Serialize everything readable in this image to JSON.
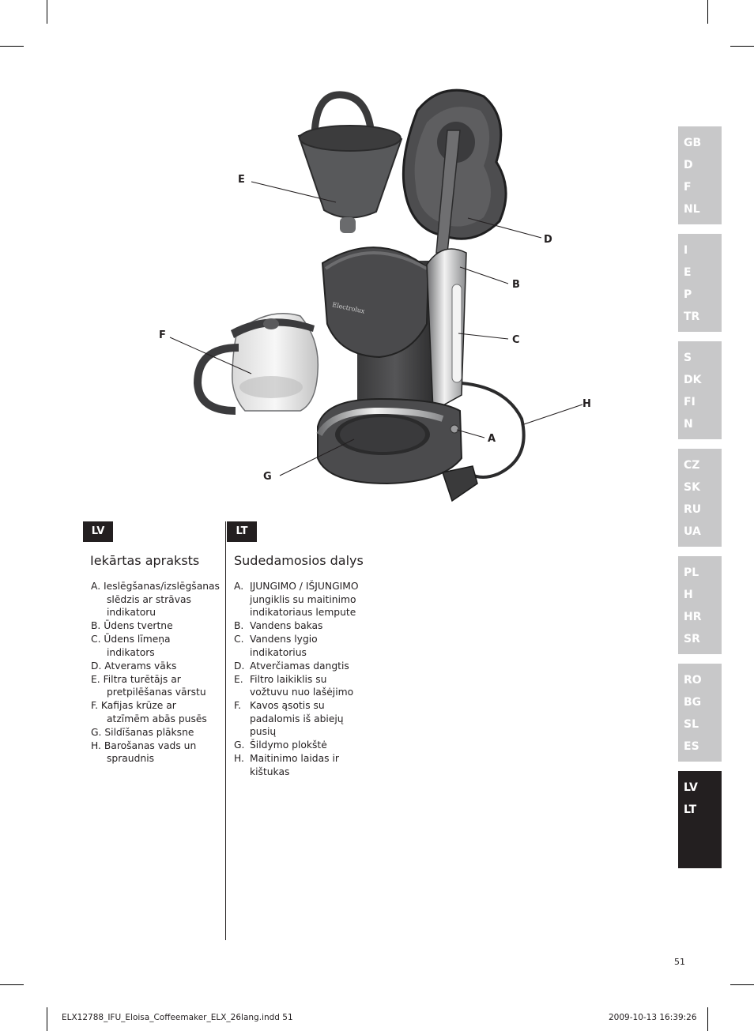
{
  "side_tabs": [
    {
      "codes": [
        "GB",
        "D",
        "F",
        "NL"
      ],
      "active": false
    },
    {
      "codes": [
        "I",
        "E",
        "P",
        "TR"
      ],
      "active": false
    },
    {
      "codes": [
        "S",
        "DK",
        "FI",
        "N"
      ],
      "active": false
    },
    {
      "codes": [
        "CZ",
        "SK",
        "RU",
        "UA"
      ],
      "active": false
    },
    {
      "codes": [
        "PL",
        "H",
        "HR",
        "SR"
      ],
      "active": false
    },
    {
      "codes": [
        "RO",
        "BG",
        "SL",
        "ES"
      ],
      "active": false
    },
    {
      "codes": [
        "LV",
        "LT"
      ],
      "active": true
    }
  ],
  "callouts": {
    "A": "A",
    "B": "B",
    "C": "C",
    "D": "D",
    "E": "E",
    "F": "F",
    "G": "G",
    "H": "H"
  },
  "brand_on_product": "Electrolux",
  "lv": {
    "badge": "LV",
    "title": "Iekārtas apraksts",
    "items": [
      "A. Ieslēgšanas/izslēgšanas slēdzis ar strāvas indikatoru",
      "B. Ūdens tvertne",
      "C. Ūdens līmeņa indikators",
      "D. Atverams vāks",
      "E. Filtra turētājs ar pretpilēšanas vārstu",
      "F. Kafijas krūze ar atzīmēm abās pusēs",
      "G. Sildīšanas plāksne",
      "H. Barošanas vads un spraudnis"
    ]
  },
  "lt": {
    "badge": "LT",
    "title": "Sudedamosios dalys",
    "items": [
      {
        "key": "A.",
        "text": "ĮJUNGIMO / IŠJUNGIMO jungiklis su maitinimo indikatoriaus lempute"
      },
      {
        "key": "B.",
        "text": "Vandens bakas"
      },
      {
        "key": "C.",
        "text": "Vandens lygio indikatorius"
      },
      {
        "key": "D.",
        "text": "Atverčiamas dangtis"
      },
      {
        "key": "E.",
        "text": "Filtro laikiklis su vožtuvu nuo lašėjimo"
      },
      {
        "key": "F.",
        "text": "Kavos ąsotis su padalomis iš abiejų pusių"
      },
      {
        "key": "G.",
        "text": "Šildymo plokštė"
      },
      {
        "key": "H.",
        "text": "Maitinimo laidas ir kištukas"
      }
    ]
  },
  "page_number": "51",
  "footer": {
    "file": "ELX12788_IFU_Eloisa_Coffeemaker_ELX_26lang.indd   51",
    "timestamp": "2009-10-13   16:39:26"
  }
}
